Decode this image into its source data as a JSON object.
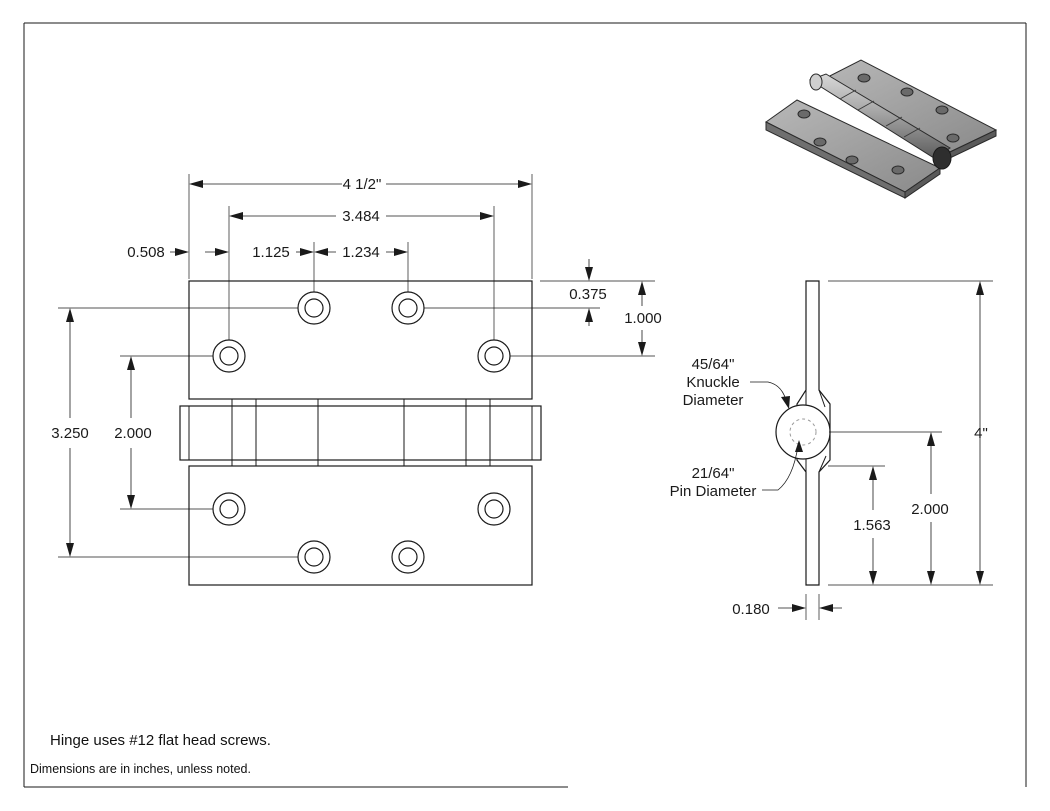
{
  "notes": {
    "screws": "Hinge uses #12 flat head screws.",
    "units": "Dimensions are in inches, unless noted."
  },
  "dimensions": {
    "overall_width": "4 1/2\"",
    "outer_hole_spacing": "3.484",
    "edge_to_hole": "0.508",
    "hole_offset": "1.125",
    "inner_hole_spacing": "1.234",
    "top_hole_from_edge": "0.375",
    "lower_hole_from_edge": "1.000",
    "outer_vertical_spacing": "3.250",
    "inner_vertical_spacing": "2.000",
    "height": "4\"",
    "side_center_height": "2.000",
    "leaf_to_knuckle": "1.563",
    "leaf_thickness": "0.180"
  },
  "callouts": {
    "knuckle": [
      "45/64\"",
      "Knuckle",
      "Diameter"
    ],
    "pin": [
      "21/64\"",
      "Pin Diameter"
    ]
  },
  "colors": {
    "line": "#1a1a1a",
    "hinge_body": "#8c8c8c",
    "hinge_dark": "#555555"
  }
}
